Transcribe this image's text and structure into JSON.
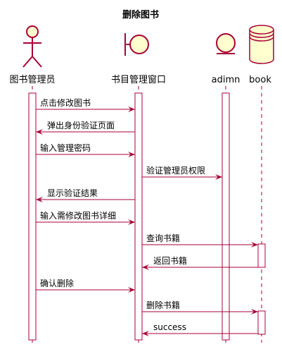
{
  "diagram": {
    "title": "删除图书",
    "colors": {
      "line": "#a80036",
      "fill": "#fefece",
      "background": "#ffffff"
    },
    "participants": [
      {
        "id": "p0",
        "label": "图书管理员",
        "kind": "actor"
      },
      {
        "id": "p1",
        "label": "书目管理窗口",
        "kind": "boundary"
      },
      {
        "id": "p2",
        "label": "adimn",
        "kind": "entity"
      },
      {
        "id": "p3",
        "label": "book",
        "kind": "database"
      }
    ],
    "messages": [
      {
        "from": "p0",
        "to": "p1",
        "label": "点击修改图书"
      },
      {
        "from": "p1",
        "to": "p0",
        "label": "弹出身份验证页面"
      },
      {
        "from": "p0",
        "to": "p1",
        "label": "输入管理密码"
      },
      {
        "from": "p1",
        "to": "p2",
        "label": "验证管理员权限"
      },
      {
        "from": "p1",
        "to": "p0",
        "label": "显示验证结果"
      },
      {
        "from": "p0",
        "to": "p1",
        "label": "输入需修改图书详细"
      },
      {
        "from": "p1",
        "to": "p3",
        "label": "查询书籍"
      },
      {
        "from": "p3",
        "to": "p1",
        "label": "返回书籍"
      },
      {
        "from": "p0",
        "to": "p1",
        "label": "确认删除"
      },
      {
        "from": "p1",
        "to": "p3",
        "label": "删除书籍"
      },
      {
        "from": "p3",
        "to": "p1",
        "label": "success"
      }
    ]
  }
}
